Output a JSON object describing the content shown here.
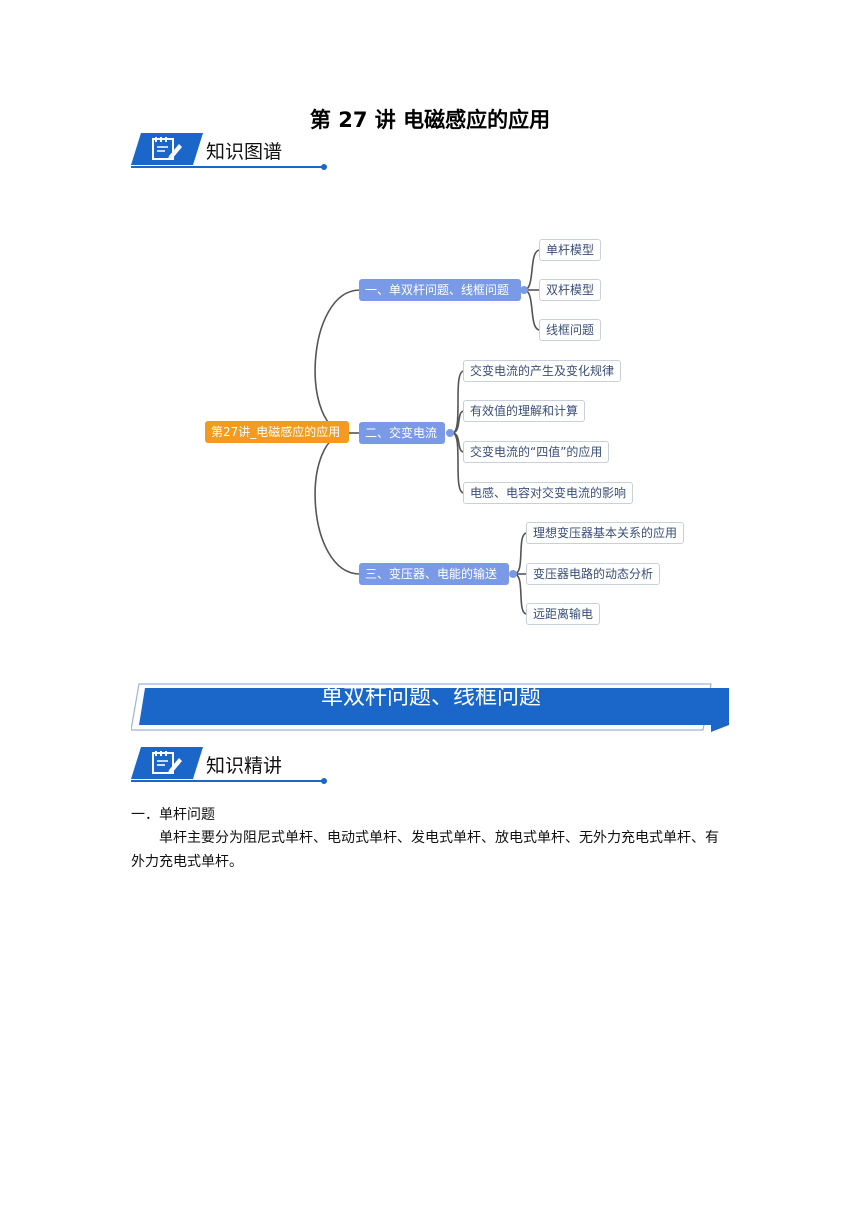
{
  "page": {
    "title": "第 27 讲  电磁感应的应用"
  },
  "sections": {
    "map_heading": "知识图谱",
    "lecture_heading": "知识精讲"
  },
  "mindmap": {
    "root": "第27讲_电磁感应的应用",
    "branches": [
      {
        "label": "一、单双杆问题、线框问题",
        "children": [
          "单杆模型",
          "双杆模型",
          "线框问题"
        ]
      },
      {
        "label": "二、交变电流",
        "children": [
          "交变电流的产生及变化规律",
          "有效值的理解和计算",
          "交变电流的“四值”的应用",
          "电感、电容对交变电流的影响"
        ]
      },
      {
        "label": "三、变压器、电能的输送",
        "children": [
          "理想变压器基本关系的应用",
          "变压器电路的动态分析",
          "远距离输电"
        ]
      }
    ]
  },
  "banner": {
    "title": "单双杆问题、线框问题"
  },
  "content": {
    "heading": "一．单杆问题",
    "paragraph": "单杆主要分为阻尼式单杆、电动式单杆、发电式单杆、放电式单杆、无外力充电式单杆、有外力充电式单杆。"
  },
  "colors": {
    "accent_blue": "#1a67c9",
    "root_orange": "#f39a1f",
    "branch_blue": "#7a9ae8",
    "connector": "#555555"
  },
  "icons": {
    "section_icon": "notepad-pencil-icon"
  }
}
